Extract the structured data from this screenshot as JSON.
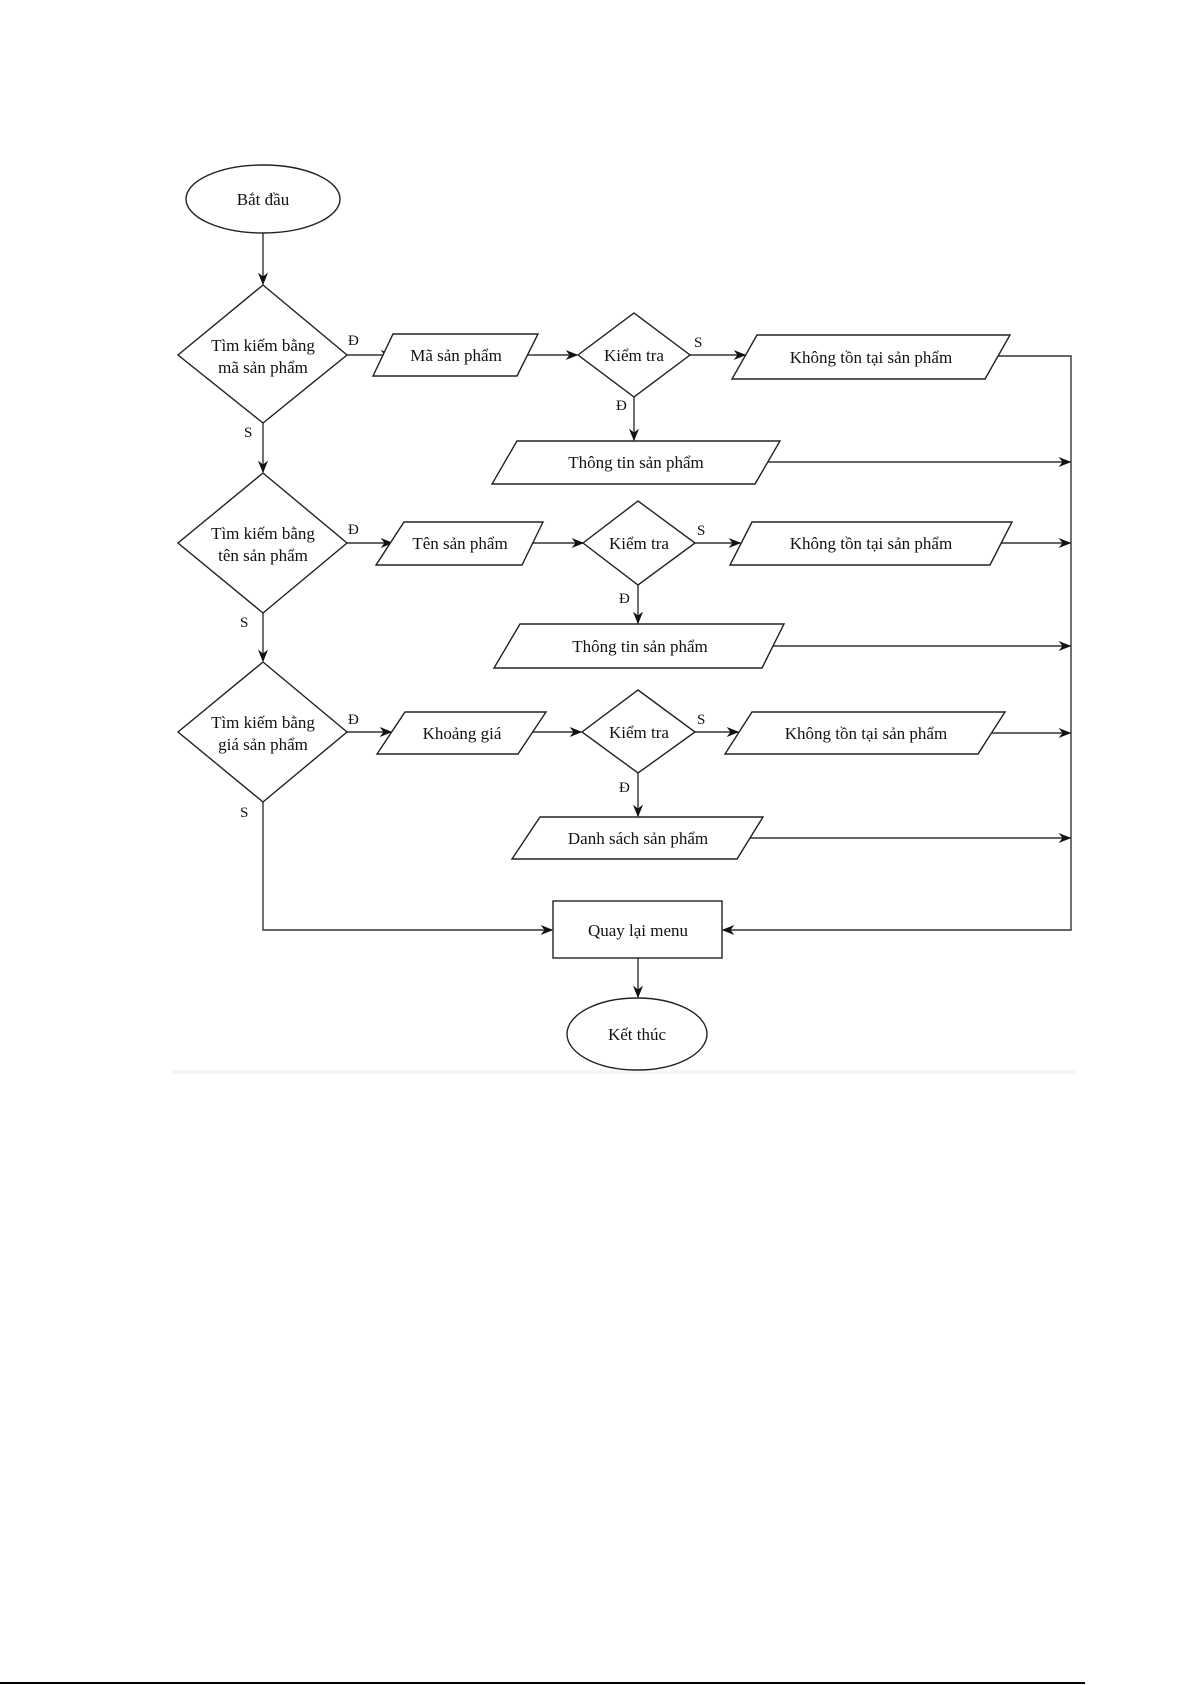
{
  "diagram": {
    "type": "flowchart",
    "nodes": {
      "start": {
        "label": "Bắt đầu",
        "shape": "terminator"
      },
      "search_code": {
        "label": [
          "Tìm kiếm bằng",
          "mã sản phẩm"
        ],
        "shape": "decision"
      },
      "search_name": {
        "label": [
          "Tìm kiếm bằng",
          "tên sản phẩm"
        ],
        "shape": "decision"
      },
      "search_price": {
        "label": [
          "Tìm kiếm bằng",
          "giá sản phẩm"
        ],
        "shape": "decision"
      },
      "input_code": {
        "label": "Mã sản phẩm",
        "shape": "io"
      },
      "input_name": {
        "label": "Tên sản phẩm",
        "shape": "io"
      },
      "input_price": {
        "label": "Khoảng giá",
        "shape": "io"
      },
      "check_1": {
        "label": "Kiểm tra",
        "shape": "decision"
      },
      "check_2": {
        "label": "Kiểm tra",
        "shape": "decision"
      },
      "check_3": {
        "label": "Kiểm tra",
        "shape": "decision"
      },
      "not_found_1": {
        "label": "Không tồn tại sản phẩm",
        "shape": "io"
      },
      "not_found_2": {
        "label": "Không tồn tại sản phẩm",
        "shape": "io"
      },
      "not_found_3": {
        "label": "Không tồn tại sản phẩm",
        "shape": "io"
      },
      "info_1": {
        "label": "Thông tin sản phẩm",
        "shape": "io"
      },
      "info_2": {
        "label": "Thông tin sản phẩm",
        "shape": "io"
      },
      "list_3": {
        "label": "Danh sách sản phẩm",
        "shape": "io"
      },
      "back_menu": {
        "label": "Quay lại menu",
        "shape": "process"
      },
      "end": {
        "label": "Kết thúc",
        "shape": "terminator"
      }
    },
    "edge_labels": {
      "yes": "Đ",
      "no": "S"
    },
    "edges": [
      {
        "from": "start",
        "to": "search_code"
      },
      {
        "from": "search_code",
        "to": "input_code",
        "label": "Đ"
      },
      {
        "from": "search_code",
        "to": "search_name",
        "label": "S"
      },
      {
        "from": "input_code",
        "to": "check_1"
      },
      {
        "from": "check_1",
        "to": "not_found_1",
        "label": "S"
      },
      {
        "from": "check_1",
        "to": "info_1",
        "label": "Đ"
      },
      {
        "from": "search_name",
        "to": "input_name",
        "label": "Đ"
      },
      {
        "from": "search_name",
        "to": "search_price",
        "label": "S"
      },
      {
        "from": "input_name",
        "to": "check_2"
      },
      {
        "from": "check_2",
        "to": "not_found_2",
        "label": "S"
      },
      {
        "from": "check_2",
        "to": "info_2",
        "label": "Đ"
      },
      {
        "from": "search_price",
        "to": "input_price",
        "label": "Đ"
      },
      {
        "from": "search_price",
        "to": "back_menu",
        "label": "S"
      },
      {
        "from": "input_price",
        "to": "check_3"
      },
      {
        "from": "check_3",
        "to": "not_found_3",
        "label": "S"
      },
      {
        "from": "check_3",
        "to": "list_3",
        "label": "Đ"
      },
      {
        "from": "not_found_1",
        "to": "back_menu"
      },
      {
        "from": "info_1",
        "to": "back_menu"
      },
      {
        "from": "not_found_2",
        "to": "back_menu"
      },
      {
        "from": "info_2",
        "to": "back_menu"
      },
      {
        "from": "not_found_3",
        "to": "back_menu"
      },
      {
        "from": "list_3",
        "to": "back_menu"
      },
      {
        "from": "back_menu",
        "to": "end"
      }
    ]
  }
}
